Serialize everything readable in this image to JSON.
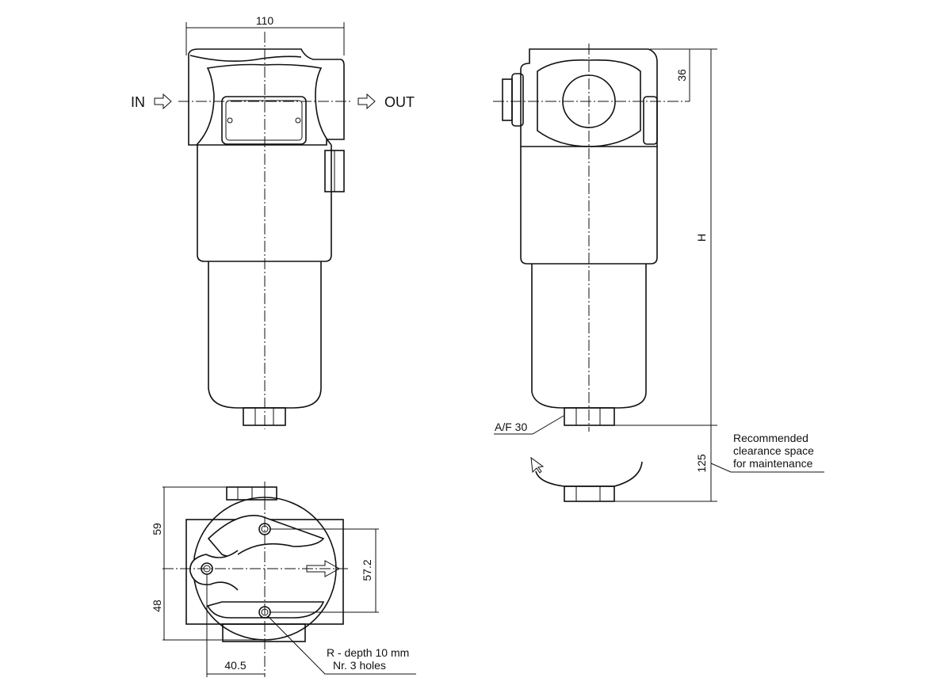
{
  "front_view": {
    "width_dim": "110",
    "in_label": "IN",
    "out_label": "OUT"
  },
  "side_view": {
    "height_dim": "H",
    "port_dim": "36",
    "clearance_dim": "125",
    "nut_label": "A/F 30",
    "clearance_note": [
      "Recommended",
      "clearance space",
      "for maintenance"
    ]
  },
  "bottom_view": {
    "dim_upper": "59",
    "dim_lower": "48",
    "hole_spacing_dim": "57.2",
    "hole_offset_dim": "40.5",
    "holes_note": [
      "R - depth 10 mm",
      "Nr. 3 holes"
    ]
  }
}
